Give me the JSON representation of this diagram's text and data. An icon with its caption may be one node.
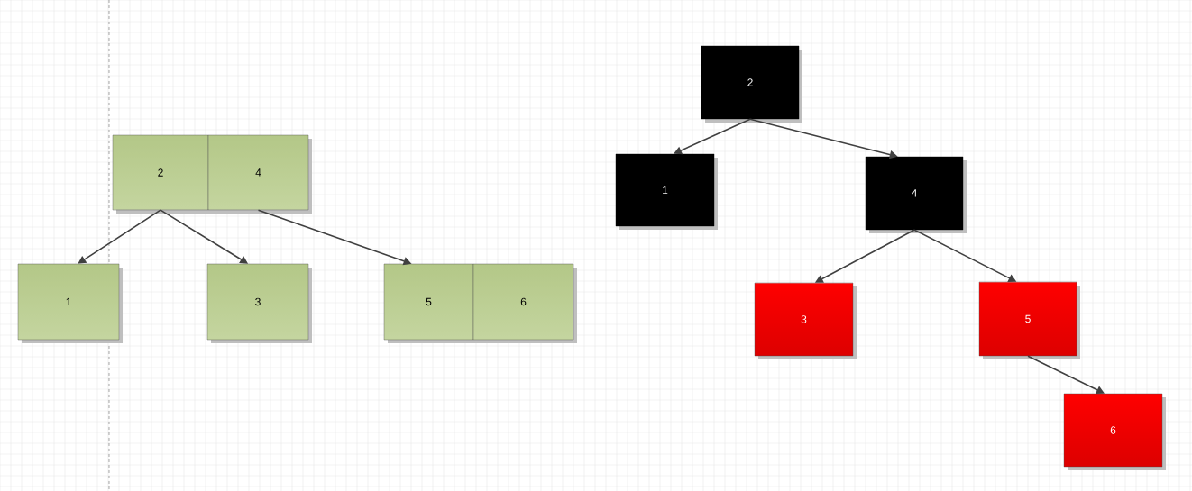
{
  "diagram": {
    "nodes": [
      {
        "text": [
          "2"
        ]
      },
      {
        "text": [
          "4"
        ]
      },
      {
        "text": [
          "1"
        ]
      },
      {
        "text": [
          "3"
        ]
      },
      {
        "text": [
          "5"
        ]
      },
      {
        "text": [
          "6"
        ]
      },
      {
        "text": [
          "2"
        ]
      },
      {
        "text": [
          "1"
        ]
      },
      {
        "text": [
          "4"
        ]
      },
      {
        "text": [
          "3"
        ]
      },
      {
        "text": [
          "5"
        ]
      },
      {
        "text": [
          "6"
        ]
      }
    ],
    "edges": [
      {
        "from": 0,
        "to": 2,
        "arrow": "to"
      },
      {
        "from": 0,
        "to": 3,
        "arrow": "to"
      },
      {
        "from": 1,
        "to": 4,
        "arrow": "to"
      },
      {
        "from": 6,
        "to": 7,
        "arrow": "to"
      },
      {
        "from": 6,
        "to": 8,
        "arrow": "to"
      },
      {
        "from": 8,
        "to": 9,
        "arrow": "to"
      },
      {
        "from": 8,
        "to": 10,
        "arrow": "to"
      },
      {
        "from": 10,
        "to": 11,
        "arrow": "to"
      }
    ]
  }
}
